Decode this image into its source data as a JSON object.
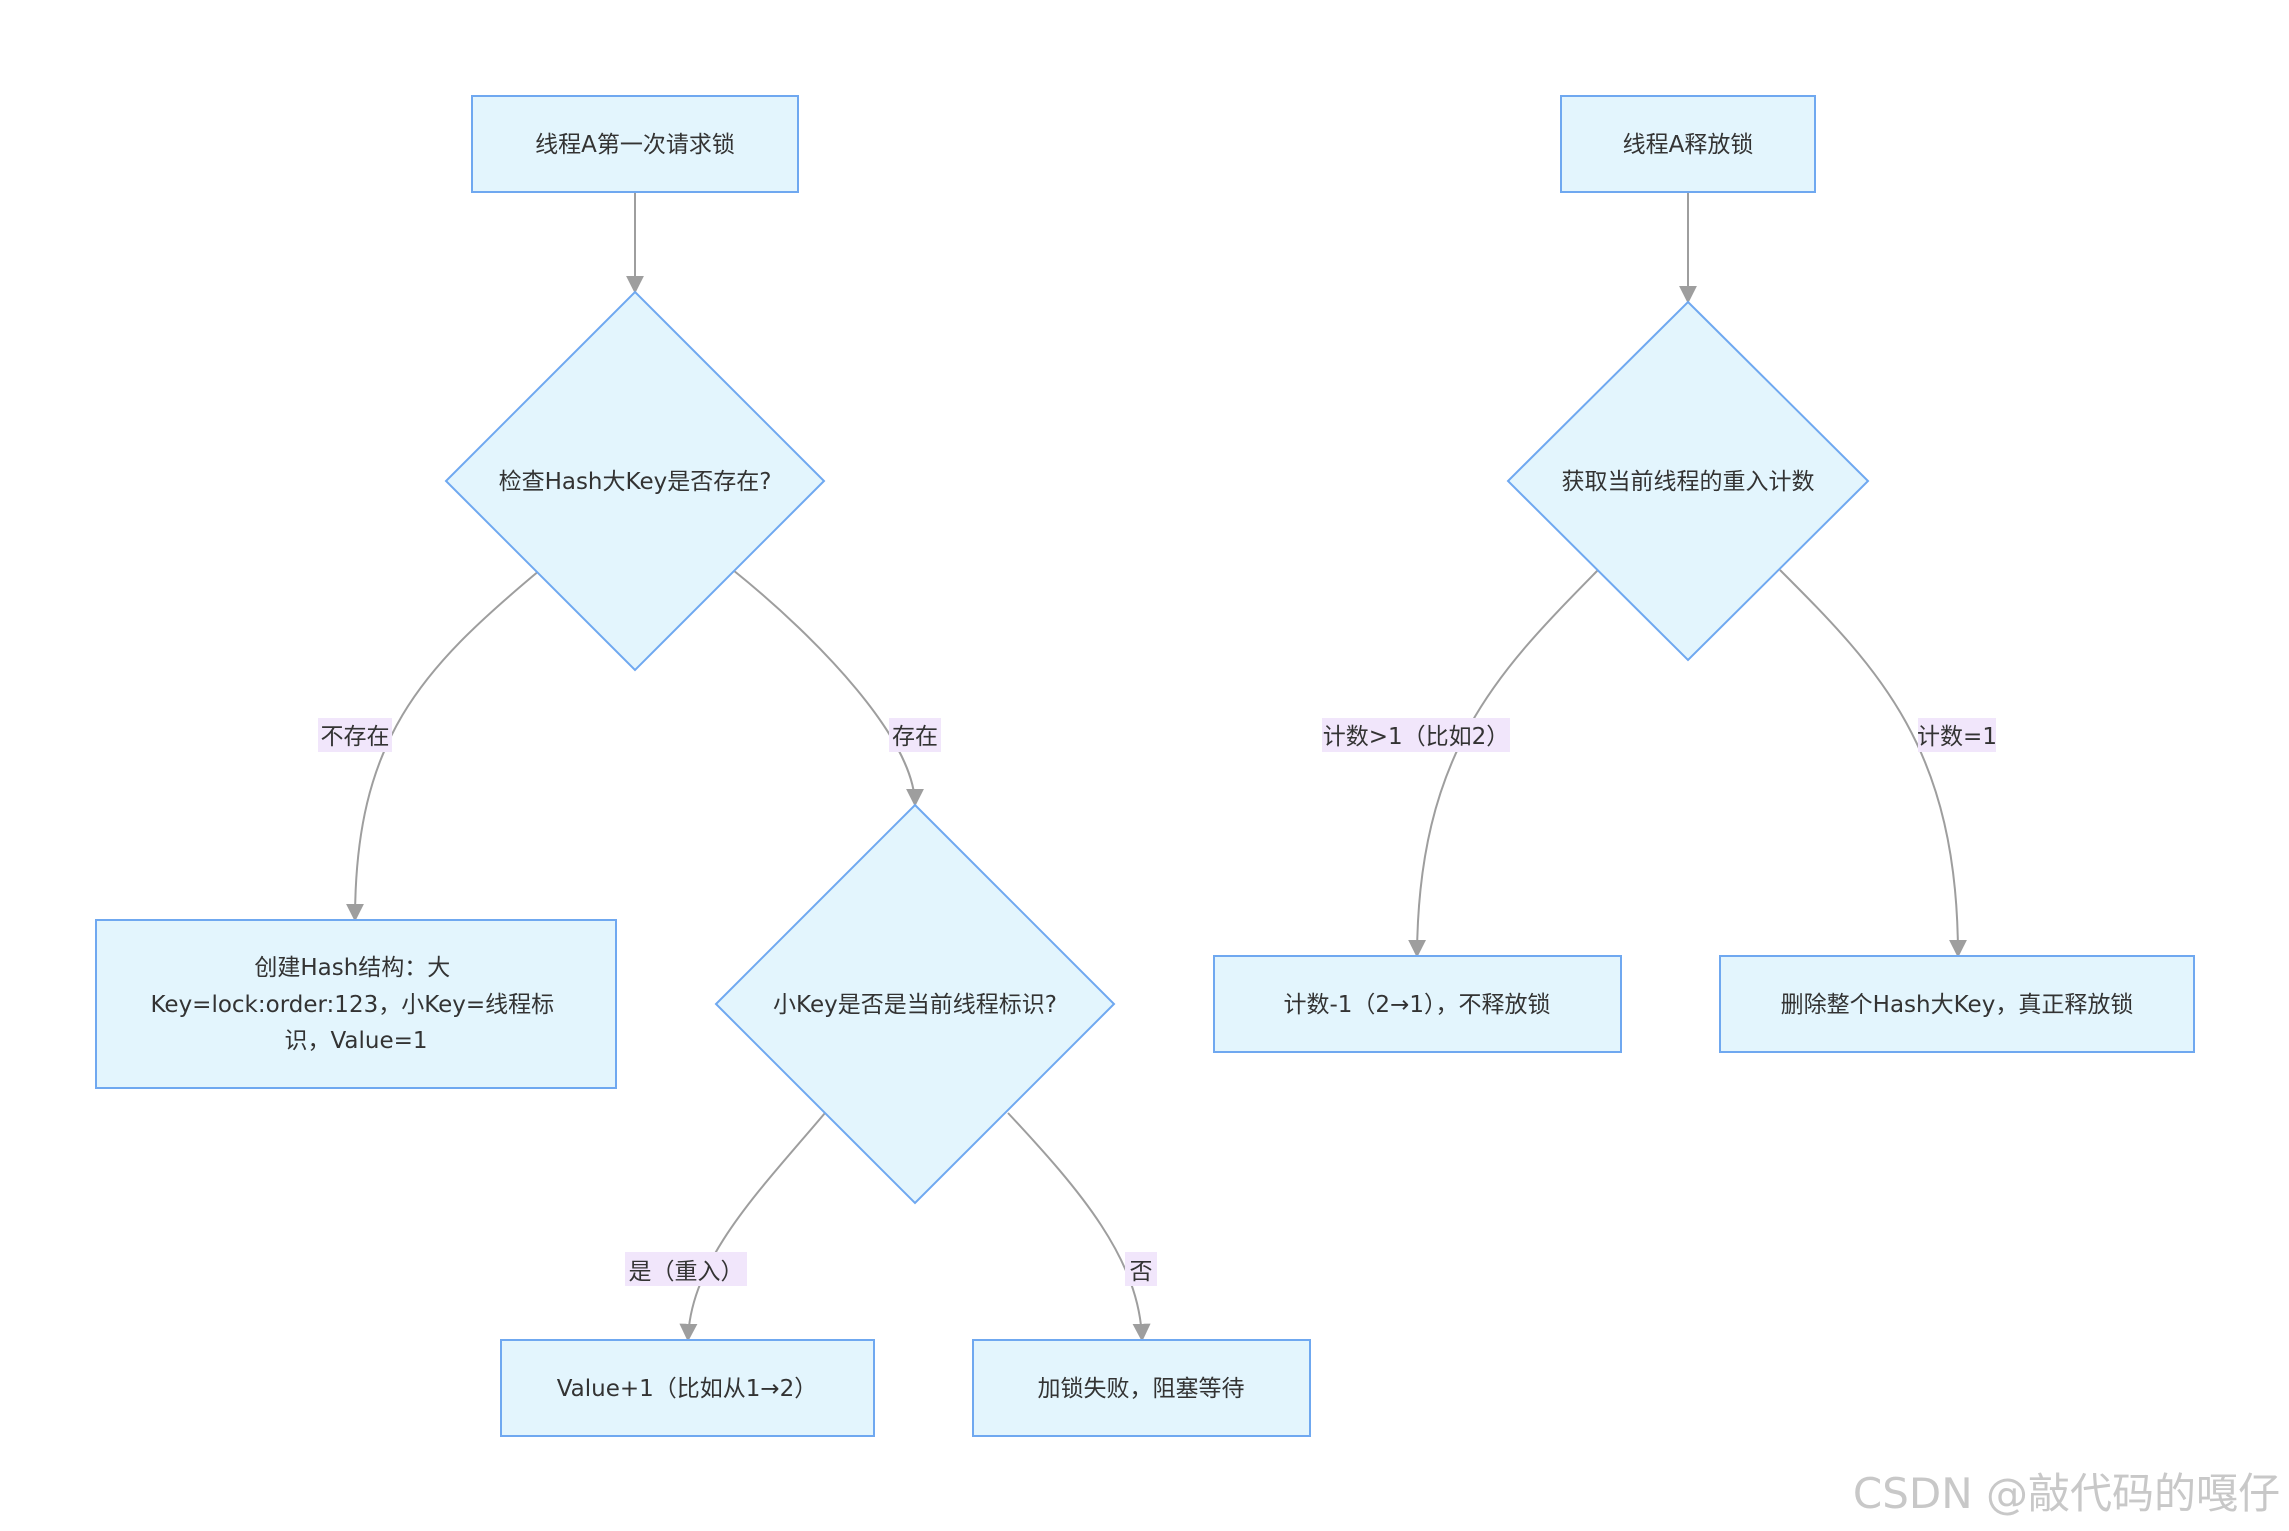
{
  "nodes": {
    "a_request": {
      "lines": [
        "线程A第一次请求锁"
      ]
    },
    "check_hash": {
      "lines": [
        "检查Hash大Key是否存在?"
      ]
    },
    "create_hash": {
      "lines": [
        "创建Hash结构：大",
        "Key=lock:order:123，小Key=线程标",
        "识，Value=1"
      ]
    },
    "check_small_key": {
      "lines": [
        "小Key是否是当前线程标识?"
      ]
    },
    "value_inc": {
      "lines": [
        "Value+1（比如从1→2）"
      ]
    },
    "lock_fail": {
      "lines": [
        "加锁失败，阻塞等待"
      ]
    },
    "a_release": {
      "lines": [
        "线程A释放锁"
      ]
    },
    "get_count": {
      "lines": [
        "获取当前线程的重入计数"
      ]
    },
    "count_dec": {
      "lines": [
        "计数-1（2→1），不释放锁"
      ]
    },
    "delete_key": {
      "lines": [
        "删除整个Hash大Key，真正释放锁"
      ]
    }
  },
  "edge_labels": {
    "not_exist": "不存在",
    "exist": "存在",
    "yes_reentry": "是（重入）",
    "no": "否",
    "count_gt1": "计数>1（比如2）",
    "count_eq1": "计数=1"
  },
  "watermark": "CSDN @敲代码的嘎仔",
  "colors": {
    "node_fill": "#e3f5fd",
    "node_stroke": "#6fa8f0",
    "edge_stroke": "#9e9e9e",
    "label_bg": "#f1e6fb",
    "text": "#333333"
  }
}
